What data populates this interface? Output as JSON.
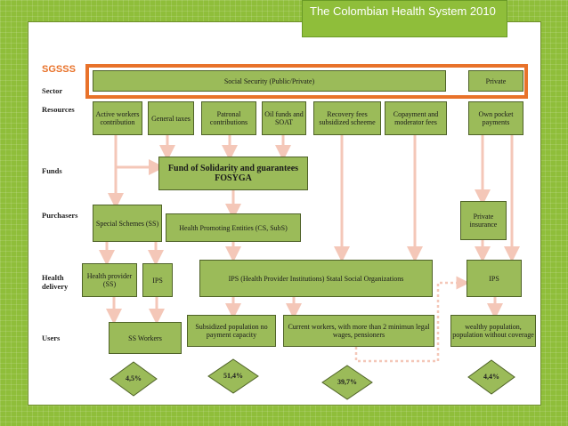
{
  "title": "The Colombian Health System 2010",
  "sgsss_label": "SGSSS",
  "row_labels": {
    "sector": "Sector",
    "resources": "Resources",
    "funds": "Funds",
    "purchasers": "Purchasers",
    "health_delivery": "Health delivery",
    "users": "Users"
  },
  "sector": {
    "social_security": "Social Security (Public/Private)",
    "private": "Private"
  },
  "resources": {
    "active_workers": "Active workers contribution",
    "general_taxes": "General taxes",
    "patronal": "Patronal contributions",
    "oil_funds": "Oil funds and SOAT",
    "recovery_fees": "Recovery fees subsidized scheeme",
    "copayment": "Copayment and moderator fees",
    "own_pocket": "Own pocket payments"
  },
  "funds": {
    "fosyga": "Fund of Solidarity and guarantees FOSYGA"
  },
  "purchasers": {
    "special_schemes": "Special Schemes (SS)",
    "health_promoting": "Health Promoting Entities (CS, SubS)",
    "private_insurance": "Private insurance"
  },
  "delivery": {
    "health_provider_ss": "Health provider (SS)",
    "ips_small": "IPS",
    "ips_main": "IPS (Health Provider Institutions) Statal Social Organizations",
    "ips_private": "IPS"
  },
  "users": {
    "ss_workers": "SS Workers",
    "subsidized": "Subsidized population no payment capacity",
    "current_workers": "Current workers, with more than 2 minimun legal wages, pensioners",
    "wealthy": "wealthy population, population without coverage"
  },
  "percentages": [
    "4,5%",
    "51,4%",
    "39,7%",
    "4,4%"
  ],
  "colors": {
    "box_fill": "#9bbb59",
    "box_border": "#4f6228",
    "arrow": "#f4c7b8",
    "highlight": "#e8722a",
    "background": "#8fbe3a"
  }
}
